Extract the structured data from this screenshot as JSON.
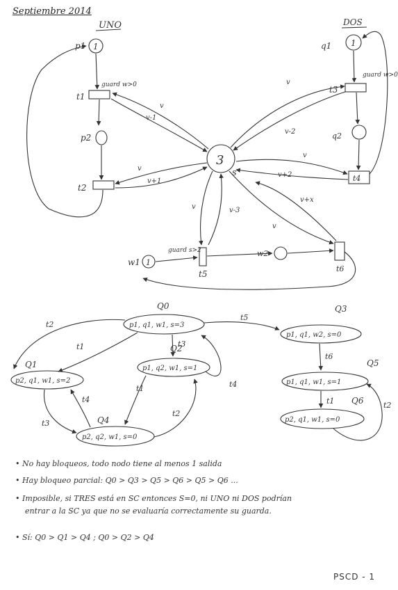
{
  "header": {
    "date": "Septiembre 2014"
  },
  "petri": {
    "uno": {
      "title": "UNO",
      "p1": "p1",
      "p1_tokens": "1",
      "t1": "t1",
      "guard_t1": "guard w>0",
      "p2": "p2",
      "t2": "t2"
    },
    "dos": {
      "title": "DOS",
      "q1": "q1",
      "q1_tokens": "1",
      "t3": "t3",
      "guard_t3": "guard w>0",
      "q2": "q2",
      "t4": "t4"
    },
    "shared": {
      "s_tokens": "3",
      "s": "s"
    },
    "w": {
      "w1": "w1",
      "w1_tokens": "1",
      "guard_t5": "guard s>2",
      "t5": "t5",
      "w2": "w2",
      "t6": "t6"
    },
    "arc_labels": {
      "a_v_t1": "v",
      "a_v1_t1": "v-1",
      "a_v_t2": "v",
      "a_v1_t2": "v+1",
      "a_v_t3": "v",
      "a_v2_t3": "v-2",
      "a_v_t4": "v",
      "a_v2_t4": "v+2",
      "a_v_t5": "v",
      "a_v3_t5": "v-3",
      "a_v_t6": "v",
      "a_vx_t6": "v+x"
    }
  },
  "graph": {
    "states": {
      "Q0": {
        "name": "Q0",
        "label": "p1, q1, w1, s=3"
      },
      "Q1": {
        "name": "Q1",
        "label": "p2, q1, w1, s=2"
      },
      "Q2": {
        "name": "Q2",
        "label": "p1, q2, w1, s=1"
      },
      "Q3": {
        "name": "Q3",
        "label": "p1, q1, w2, s=0"
      },
      "Q4": {
        "name": "Q4",
        "label": "p2, q2, w1, s=0"
      },
      "Q5": {
        "name": "Q5",
        "label": "p1, q1, w1, s=1"
      },
      "Q6": {
        "name": "Q6",
        "label": "p2, q1, w1, s=0"
      }
    },
    "edges": {
      "e_q0_q1_t2": "t2",
      "e_q0_q1_t1": "t1",
      "e_q0_q2": "t3",
      "e_q0_q3": "t5",
      "e_q2_q0": "t4",
      "e_q2_q4": "t1",
      "e_q1_q4": "t3",
      "e_q4_q1": "t4",
      "e_q4_q2": "t2",
      "e_q3_q5": "t6",
      "e_q5_q6": "t1",
      "e_q6_q5": "t2"
    }
  },
  "notes": {
    "n1": "• No hay bloqueos, todo nodo tiene al menos 1 salida",
    "n2": "• Hay bloqueo parcial:  Q0 > Q3 > Q5 > Q6 > Q5 > Q6 ...",
    "n3": "• Imposible, si TRES está en SC entonces S=0, ni UNO ni DOS podrían",
    "n4": "entrar a la SC ya que no se evaluaría correctamente su guarda.",
    "n5": "• Sí:   Q0 > Q1 > Q4     ;     Q0 > Q2 > Q4"
  },
  "footer": {
    "page": "PSCD - 1"
  }
}
